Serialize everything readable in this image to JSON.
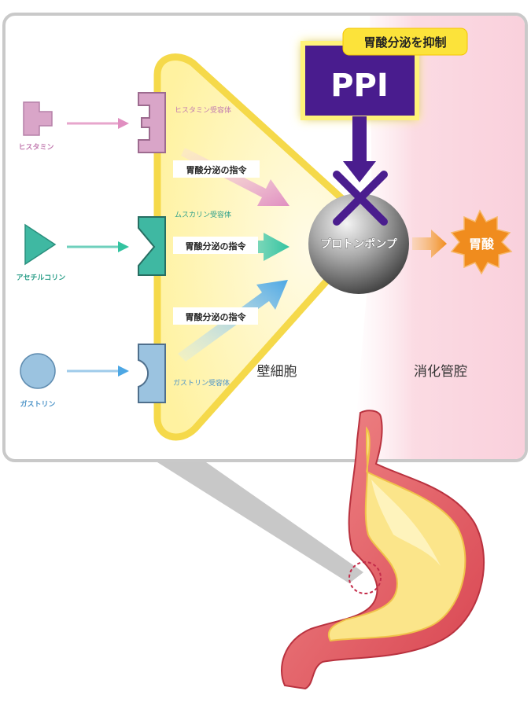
{
  "ppi": {
    "label": "PPI",
    "badge": "胃酸分泌を抑制"
  },
  "pump": {
    "label": "プロトンポンプ"
  },
  "acid": {
    "label": "胃酸"
  },
  "regions": {
    "parietal_cell": "壁細胞",
    "lumen": "消化管腔"
  },
  "stimuli": [
    {
      "ligand": "ヒスタミン",
      "receptor": "ヒスタミン受容体",
      "signal": "胃酸分泌の指令",
      "color": "#d9a5c8"
    },
    {
      "ligand": "アセチルコリン",
      "receptor": "ムスカリン受容体",
      "signal": "胃酸分泌の指令",
      "color": "#3fb8a2"
    },
    {
      "ligand": "ガストリン",
      "receptor": "ガストリン受容体",
      "signal": "胃酸分泌の指令",
      "color": "#6fb4dd"
    }
  ],
  "colors": {
    "ppi_purple": "#4a1d8e",
    "badge_yellow": "#fce33a",
    "cell_yellow": "#fff3a8",
    "acid_orange": "#f08c1e",
    "stomach_red": "#e05a6a"
  }
}
